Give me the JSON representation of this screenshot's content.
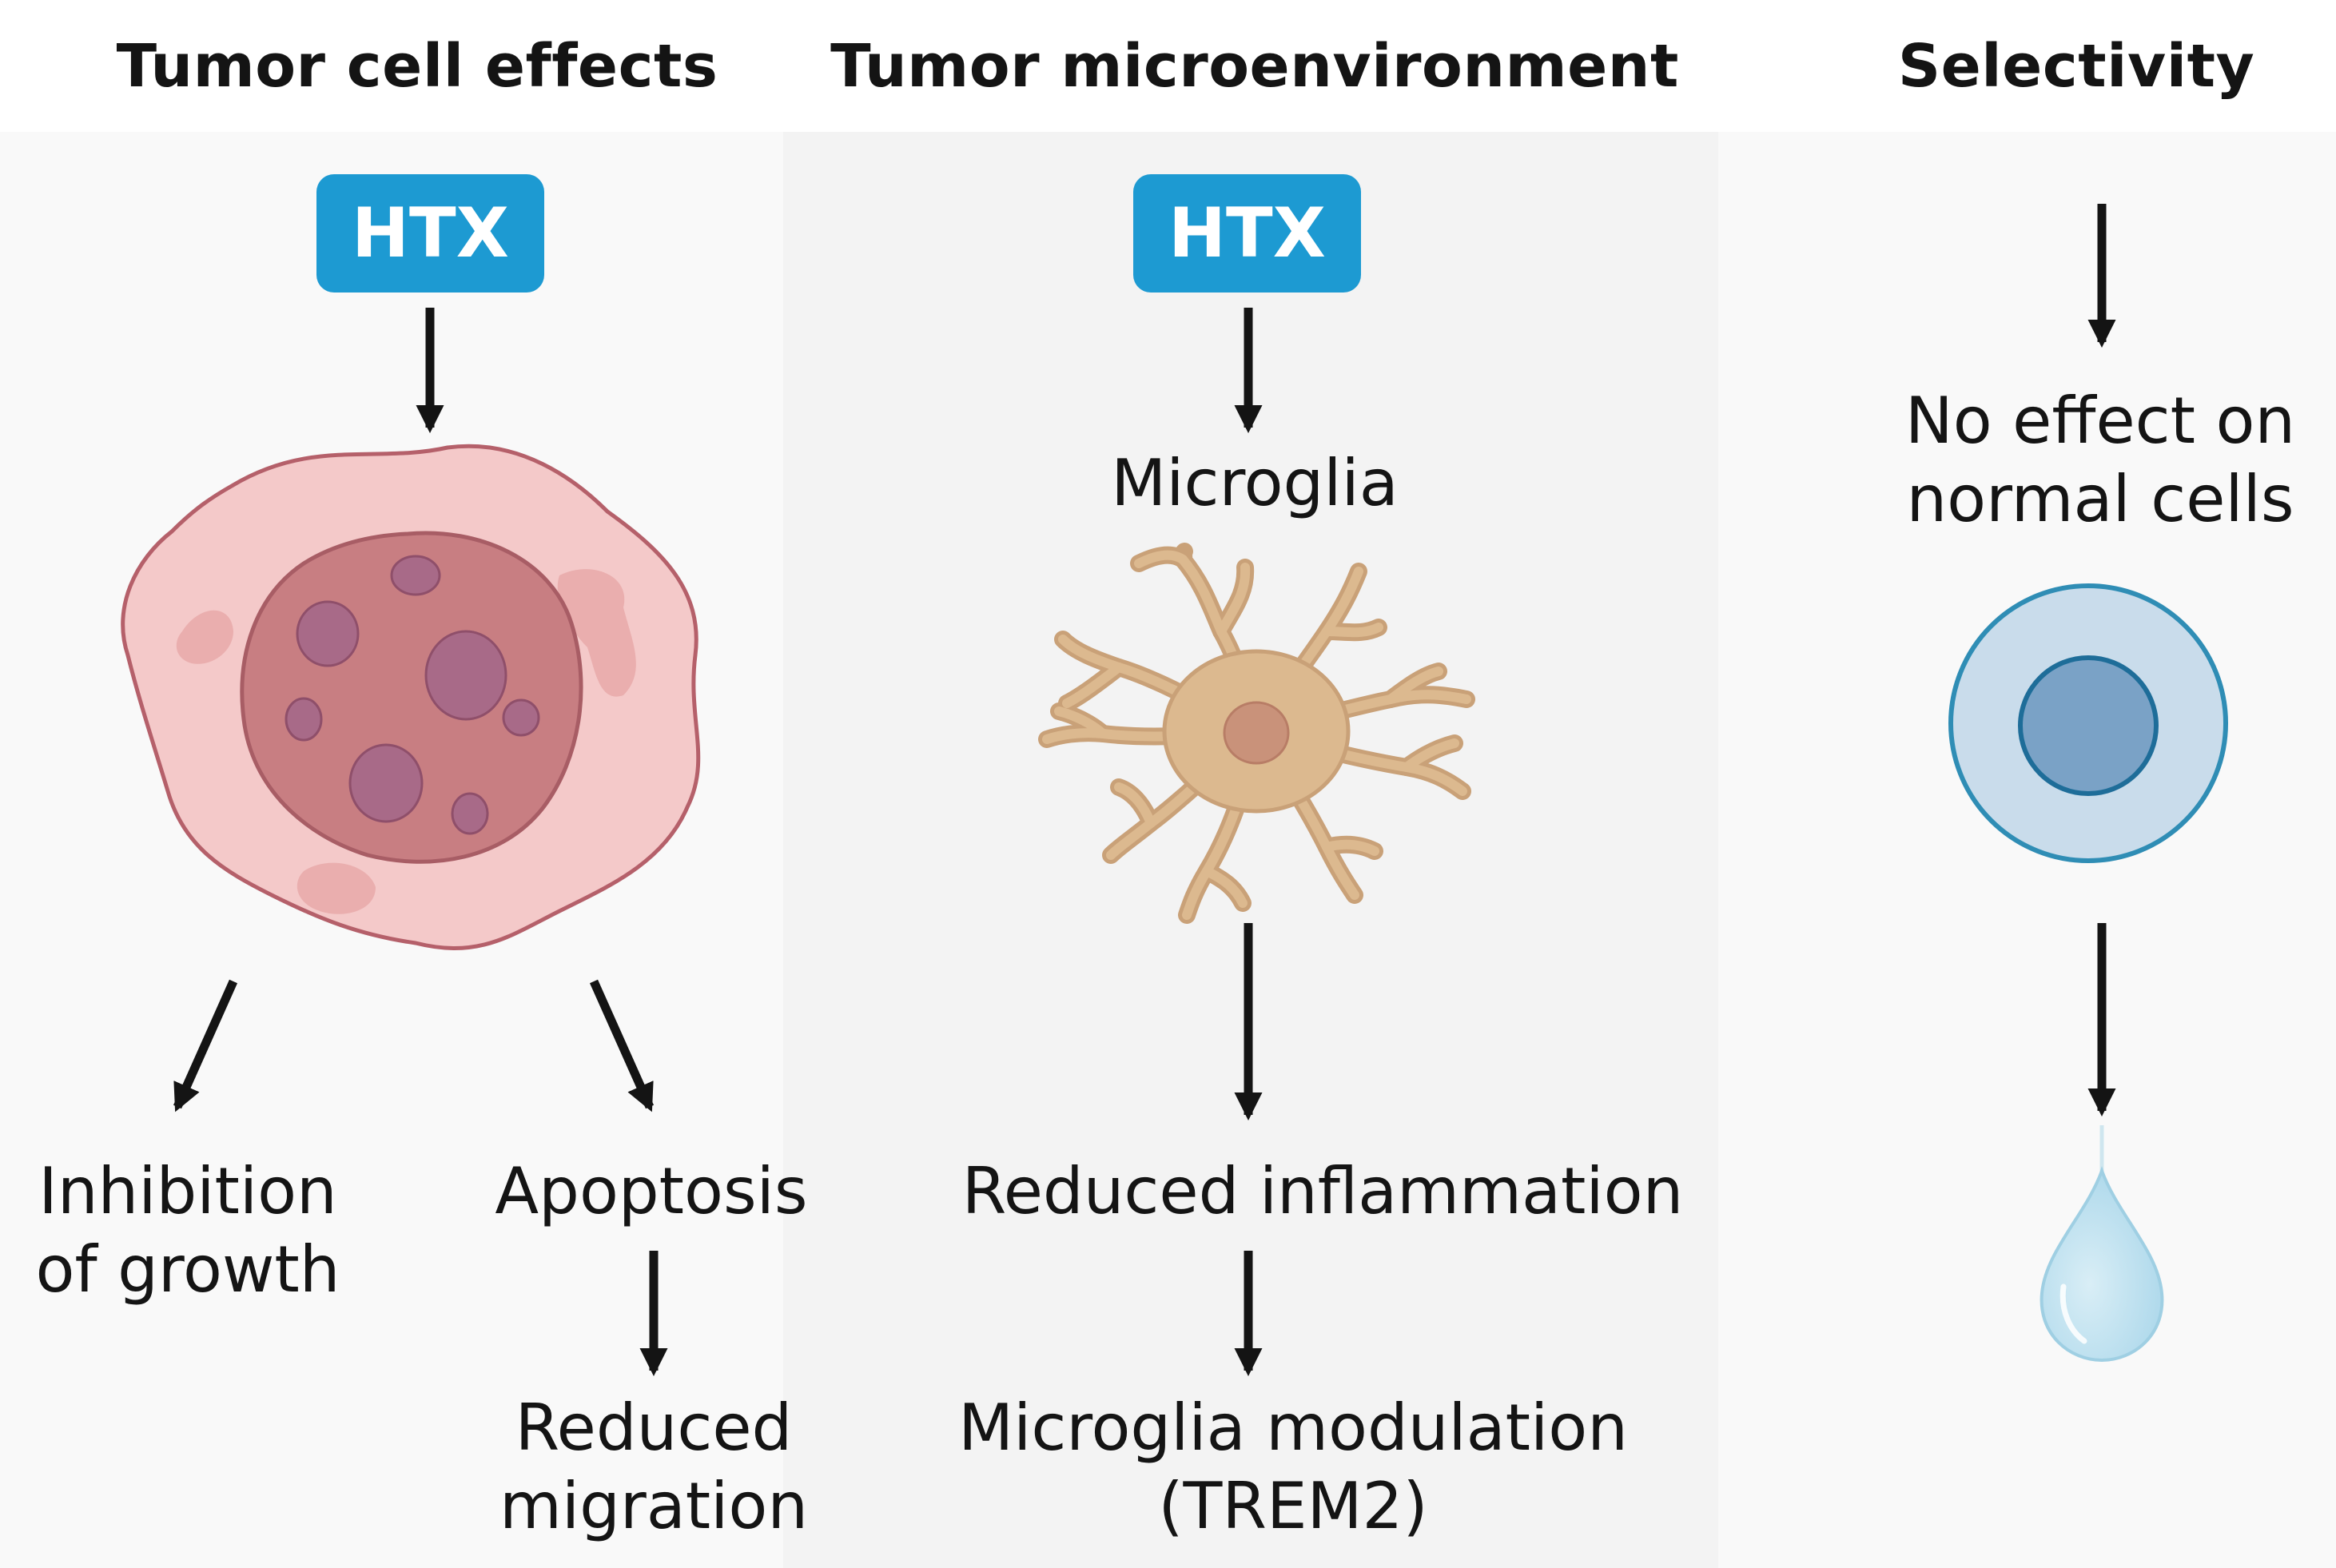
{
  "columns": {
    "tumor_cell": {
      "heading": "Tumor cell effects",
      "drug_label": "HTX",
      "outcome_growth": [
        "Inhibition",
        "of growth"
      ],
      "outcome_apoptosis": "Apoptosis",
      "outcome_migration": [
        "Reduced",
        "migration"
      ]
    },
    "microenvironment": {
      "heading": "Tumor microenvironment",
      "drug_label": "HTX",
      "target": "Microglia",
      "outcome_inflammation": "Reduced inflammation",
      "outcome_modulation": [
        "Microglia modulation",
        "(TREM2)"
      ]
    },
    "selectivity": {
      "heading": "Selectivity",
      "statement": [
        "No effect on",
        "normal cells"
      ]
    }
  },
  "colors": {
    "htx_box": "#1d9ad2",
    "tumor_cell_fill": "#f4c9c9",
    "tumor_nucleus": "#c87e82",
    "microglia": "#dcb98f",
    "normal_cell": "#c9dceb",
    "droplet": "#b3dcec",
    "arrow": "#141414"
  },
  "icons": [
    "tumor-cell-icon",
    "microglia-icon",
    "normal-cell-icon",
    "droplet-icon"
  ]
}
